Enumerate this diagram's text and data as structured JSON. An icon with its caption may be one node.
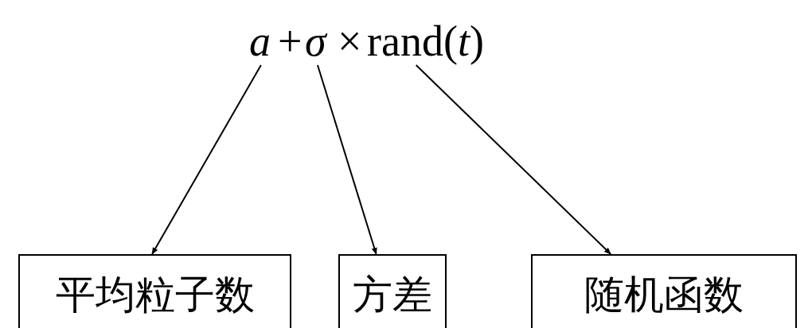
{
  "diagram": {
    "nodes": [
      {
        "text": [
          "a"
        ]
      },
      {
        "text": [
          "σ"
        ]
      },
      {
        "text": [
          "rand(*t*)"
        ]
      },
      {
        "text": [
          "平均粒子数"
        ]
      },
      {
        "text": [
          "方差"
        ]
      },
      {
        "text": [
          "随机函数"
        ]
      }
    ],
    "edges": [
      {
        "from": 0,
        "to": 3,
        "arrow": "to"
      },
      {
        "from": 1,
        "to": 4,
        "arrow": "to"
      },
      {
        "from": 2,
        "to": 5,
        "arrow": "to"
      }
    ],
    "labels": [
      "+",
      "×"
    ]
  }
}
